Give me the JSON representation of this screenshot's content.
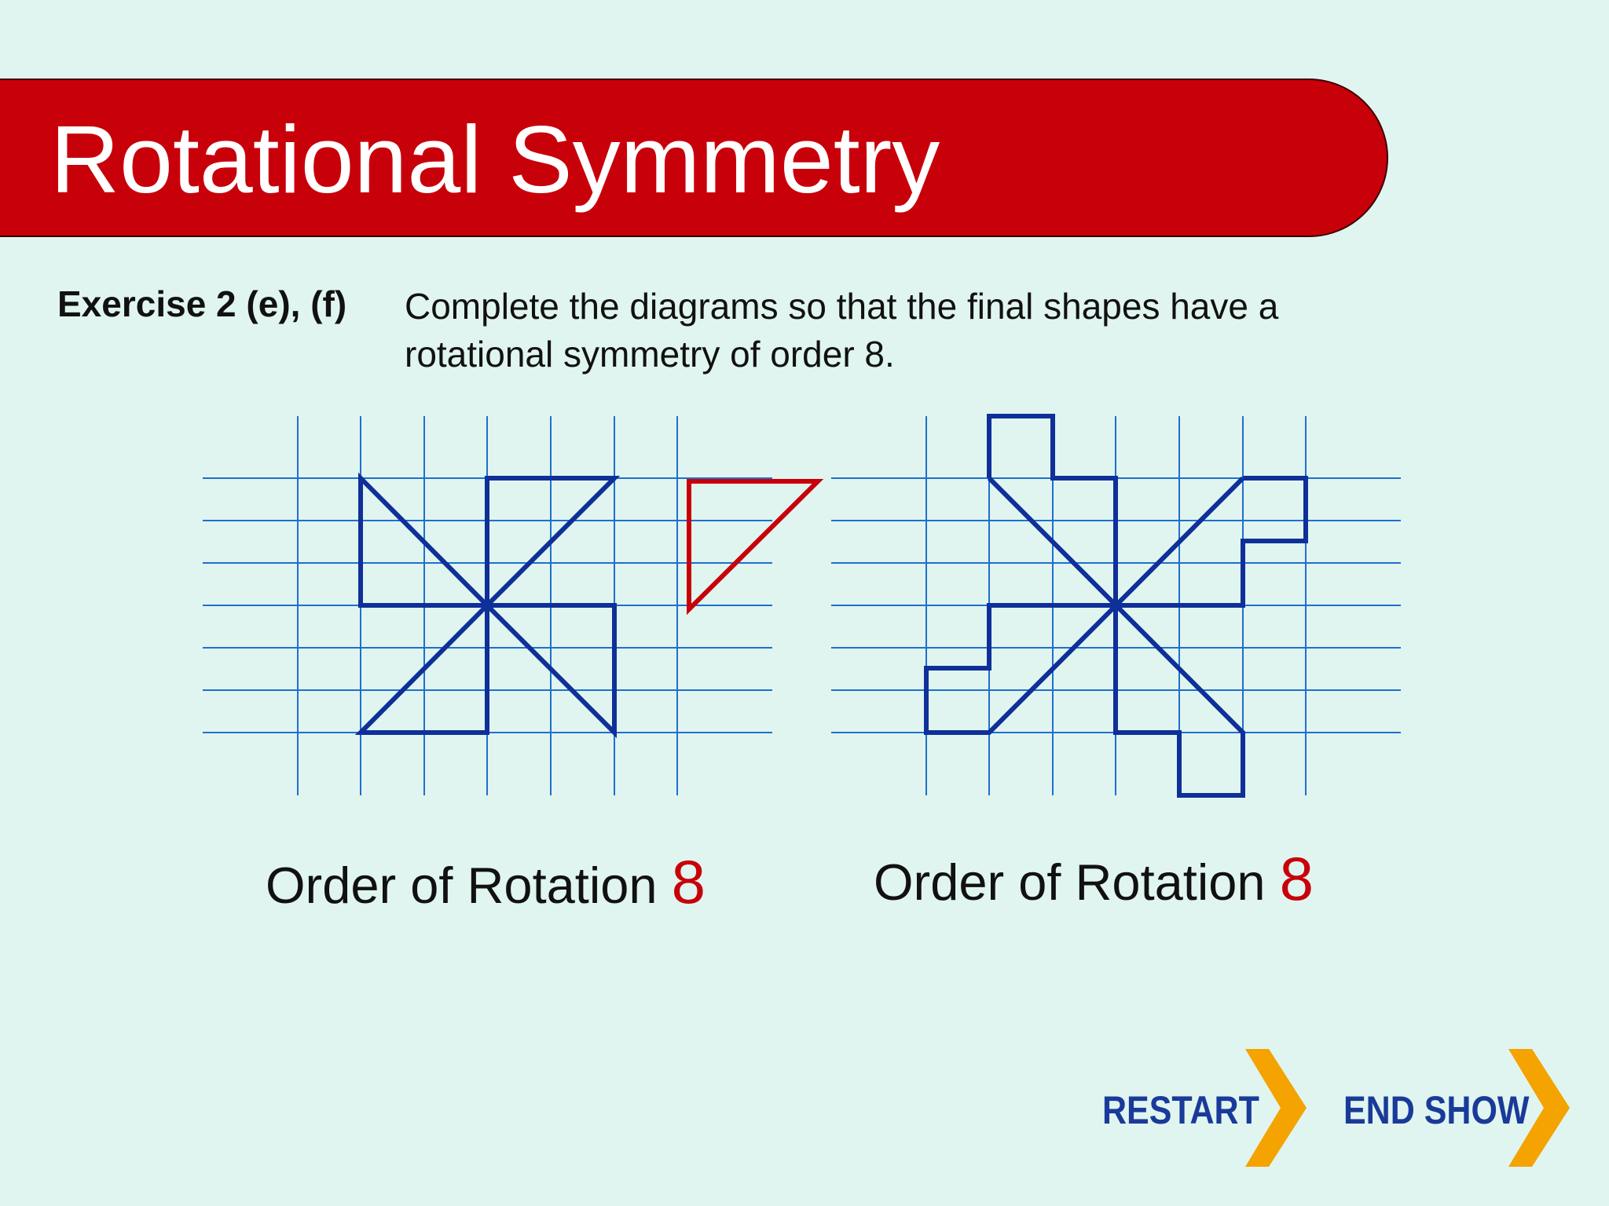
{
  "title": "Rotational Symmetry",
  "exercise": {
    "label": "Exercise 2 (e), (f)",
    "instruction_line1": "Complete the diagrams so that the final shapes have a",
    "instruction_line2": "rotational symmetry of order 8."
  },
  "diagram_left": {
    "order_label": "Order of Rotation",
    "order_value": "8"
  },
  "diagram_right": {
    "order_label": "Order of Rotation",
    "order_value": "8"
  },
  "nav": {
    "restart_label": "RESTART",
    "end_show_label": "END SHOW"
  },
  "colors": {
    "background": "#e0f5ef",
    "banner": "#c8000a",
    "grid": "#1e6fd0",
    "shape": "#0f2f99",
    "highlight": "#c8000a",
    "nav_text": "#1a3a9a",
    "chevron": "#f4a300"
  }
}
